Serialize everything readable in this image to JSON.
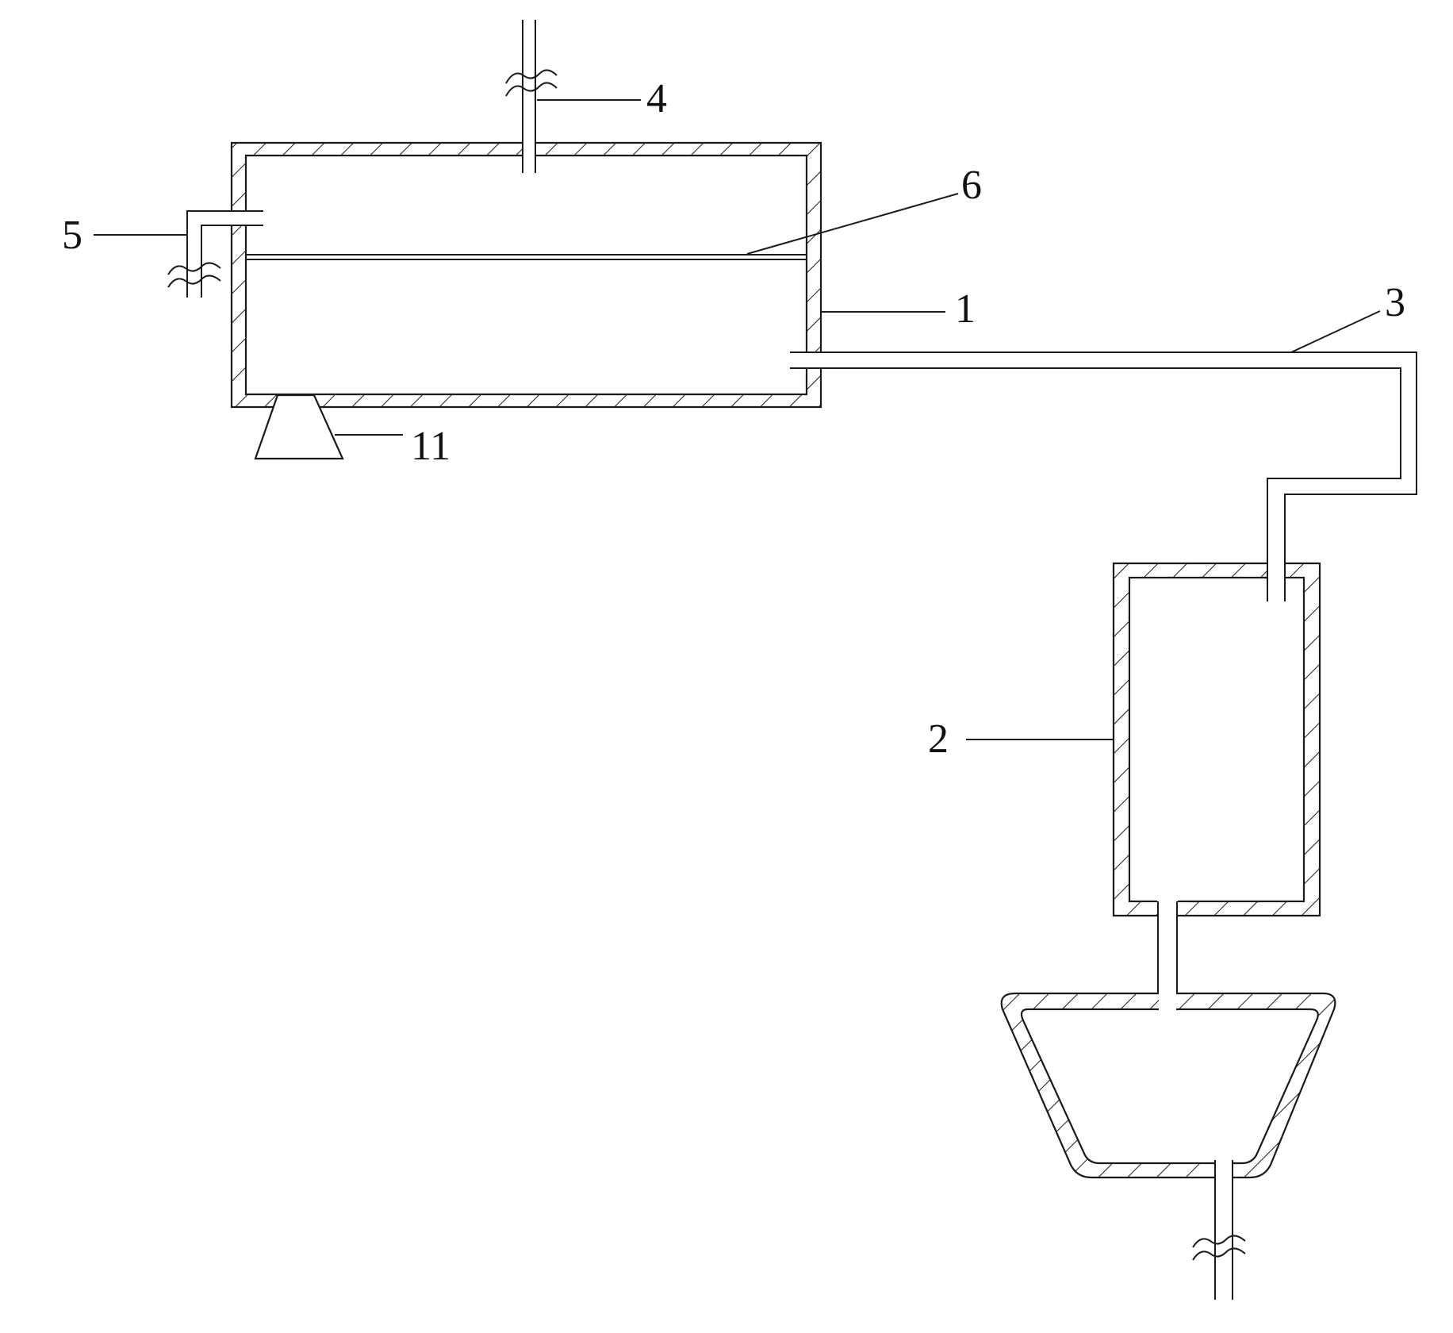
{
  "labels": {
    "vessel_1": "1",
    "vessel_2": "2",
    "pipe_3": "3",
    "pipe_4": "4",
    "pipe_5": "5",
    "line_6": "6",
    "foot_11": "11"
  },
  "colors": {
    "line": "#1a1a1a",
    "background": "#ffffff"
  }
}
